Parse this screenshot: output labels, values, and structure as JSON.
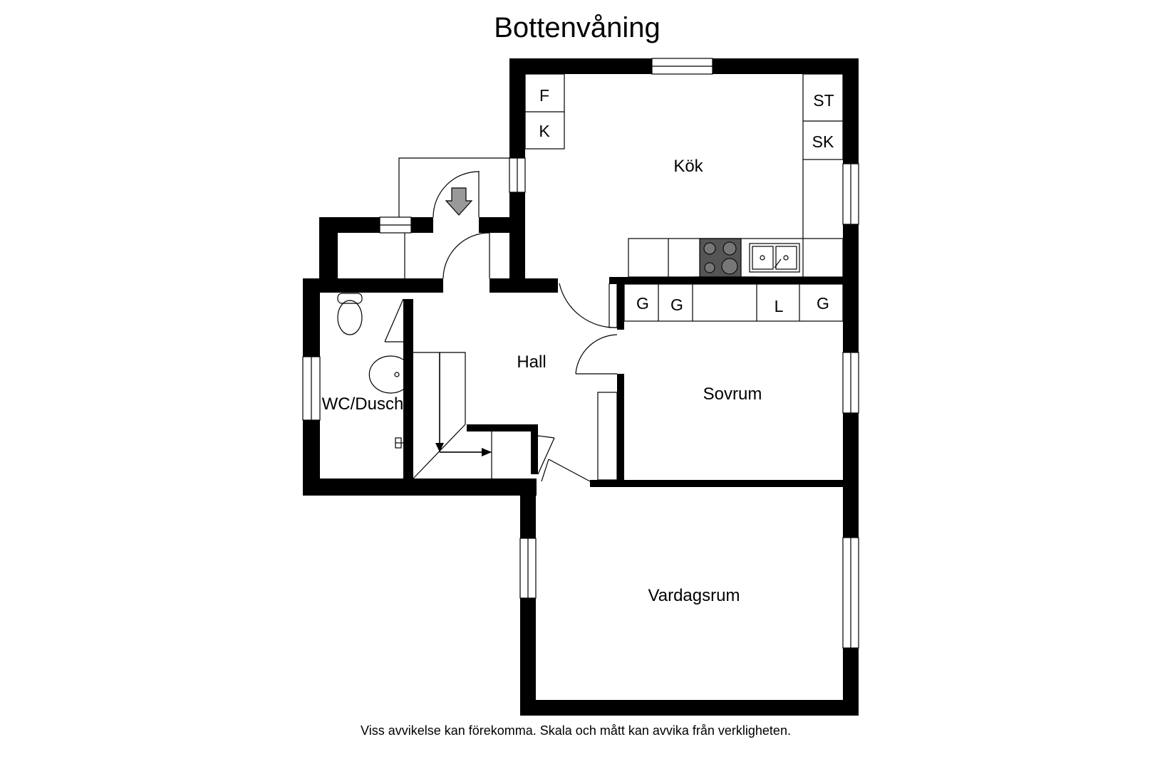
{
  "title": "Bottenvåning",
  "rooms": {
    "kok": "Kök",
    "hall": "Hall",
    "sovrum": "Sovrum",
    "vardagsrum": "Vardagsrum",
    "wc": "WC/Dusch"
  },
  "cabinets": {
    "f": "F",
    "k": "K",
    "st": "ST",
    "sk": "SK",
    "g1": "G",
    "g2": "G",
    "l": "L",
    "g3": "G"
  },
  "disclaimer": "Viss avvikelse kan förekomma. Skala och mått kan avvika från verkligheten."
}
